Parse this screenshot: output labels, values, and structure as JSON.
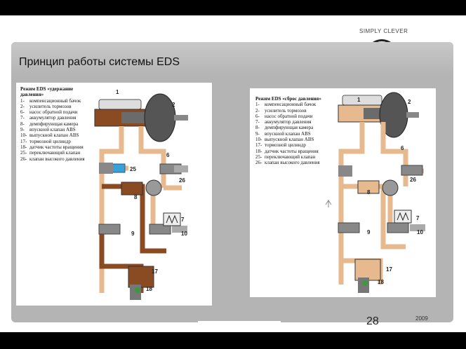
{
  "brand": "SIMPLY CLEVER",
  "title": "Принцип работы системы EDS",
  "left": {
    "heading": "Режим EDS «удержание давления»",
    "items": [
      {
        "n": "1-",
        "t": "компенсационный бачок"
      },
      {
        "n": "2-",
        "t": "усилитель тормозов"
      },
      {
        "n": "6-",
        "t": "насос обратной подачи"
      },
      {
        "n": "7-",
        "t": "аккумулятор давления"
      },
      {
        "n": "8-",
        "t": "демпфирующая камера"
      },
      {
        "n": "9-",
        "t": "впускной клапан ABS"
      },
      {
        "n": "10-",
        "t": "выпускной клапан ABS"
      },
      {
        "n": "17-",
        "t": "тормозной цилиндр"
      },
      {
        "n": "18-",
        "t": "датчик частоты вращения"
      },
      {
        "n": "25-",
        "t": "переключающий клапан"
      },
      {
        "n": "26-",
        "t": "клапан высокого давления"
      }
    ],
    "labels": {
      "l1": "1",
      "l2": "2",
      "l6": "6",
      "l25": "25",
      "l26": "26",
      "l8": "8",
      "l7": "7",
      "l9": "9",
      "l10": "10",
      "l17": "17",
      "l18": "18"
    }
  },
  "right": {
    "heading": "Режим EDS «сброс давления»",
    "items": [
      {
        "n": "1-",
        "t": "компенсационный бачок"
      },
      {
        "n": "2-",
        "t": "усилитель тормозов"
      },
      {
        "n": "6-",
        "t": "насос обратной подачи"
      },
      {
        "n": "7-",
        "t": "аккумулятор давления"
      },
      {
        "n": "8-",
        "t": "демпфирующая камера"
      },
      {
        "n": "9-",
        "t": "впускной клапан ABS"
      },
      {
        "n": "10-",
        "t": "выпускной клапан ABS"
      },
      {
        "n": "17-",
        "t": "тормозной цилиндр"
      },
      {
        "n": "18-",
        "t": "датчик частоты вращения"
      },
      {
        "n": "25-",
        "t": "переключающий клапан"
      },
      {
        "n": "26-",
        "t": "клапан высокого давления"
      }
    ],
    "labels": {
      "l1": "1",
      "l2": "2",
      "l6": "6",
      "l26": "26",
      "l8": "8",
      "l7": "7",
      "l9": "9",
      "l10": "10",
      "l17": "17",
      "l18": "18"
    }
  },
  "page_number": "28",
  "year": "2009",
  "colors": {
    "pipe_dark": "#8a4a22",
    "pipe_light": "#e6b98e",
    "valve_blue": "#3aa0d8",
    "sensor_green": "#3c9a3c",
    "logo_green": "#2f8a2f"
  }
}
